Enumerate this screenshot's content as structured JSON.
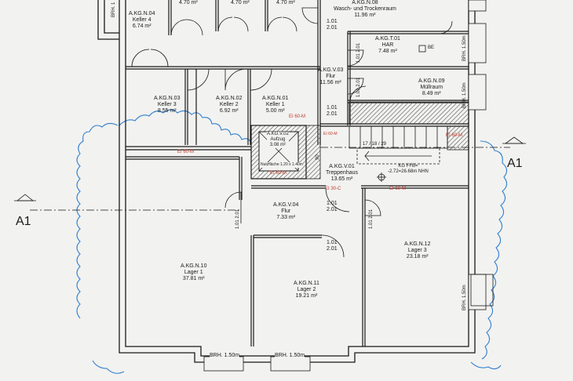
{
  "rooms": {
    "top_area_1": {
      "area": "4.70 m²"
    },
    "top_area_2": {
      "area": "4.70 m²"
    },
    "top_area_3": {
      "area": "4.70 m²"
    },
    "keller4": {
      "id": "A.KG.N.04",
      "name": "Keller 4",
      "area": "6.74 m²"
    },
    "wasch": {
      "id": "A.KG.N.08",
      "name": "Wasch- und Trockenraum",
      "area": "11.96 m²"
    },
    "har": {
      "id": "A.KG.T.01",
      "name": "HAR",
      "area": "7.48 m²"
    },
    "flur_v03": {
      "id": "A.KG.V.03",
      "name": "Flur",
      "area": "11.56 m²"
    },
    "muell": {
      "id": "A.KG.N.09",
      "name": "Müllraum",
      "area": "8.49 m²"
    },
    "keller3": {
      "id": "A.KG.N.03",
      "name": "Keller 3",
      "area": "8.55 m²"
    },
    "keller2": {
      "id": "A.KG.N.02",
      "name": "Keller 2",
      "area": "6.92 m²"
    },
    "keller1": {
      "id": "A.KG.N.01",
      "name": "Keller 1",
      "area": "5.00 m²"
    },
    "aufzug": {
      "id": "A.KG.V.02",
      "name": "Aufzug",
      "area": "3.08 m²"
    },
    "aufzug_note": "Nutzfläche 1.20 x 1.40m",
    "treppe": {
      "id": "A.KG.V.01",
      "name": "Treppenhaus",
      "area": "13.65 m²"
    },
    "flur_v04": {
      "id": "A.KG.V.04",
      "name": "Flur",
      "area": "7.33 m²"
    },
    "lager1": {
      "id": "A.KG.N.10",
      "name": "Lager 1",
      "area": "37.81 m²"
    },
    "lager2": {
      "id": "A.KG.N.11",
      "name": "Lager 2",
      "area": "19.21 m²"
    },
    "lager3": {
      "id": "A.KG.N.12",
      "name": "Lager 3",
      "area": "23.18 m²"
    }
  },
  "level": {
    "ffb": "KG FFB=",
    "value": "-2.72=26.68m NHN"
  },
  "stair": {
    "label": "17 / 18 / 29"
  },
  "fire_labels": [
    "EI 60-M",
    "EI 60-M",
    "EI 60-M",
    "EI 60-M",
    "EI 60-M",
    "EI 30-C",
    "EI 60-M"
  ],
  "door_dims": {
    "w": "1.01",
    "h": "2.01"
  },
  "brh": "BRH. 1.50m",
  "brh_short": "BRH. 1",
  "section": {
    "left": "A1",
    "right": "A1"
  },
  "dim_90": "90",
  "symbol_be": "BE",
  "colors": {
    "wall": "#1a1a1a",
    "hatch": "#4a4a4a",
    "tree": "#2f7fcf",
    "fire": "#c0392b",
    "paper": "#f2f2f0"
  }
}
